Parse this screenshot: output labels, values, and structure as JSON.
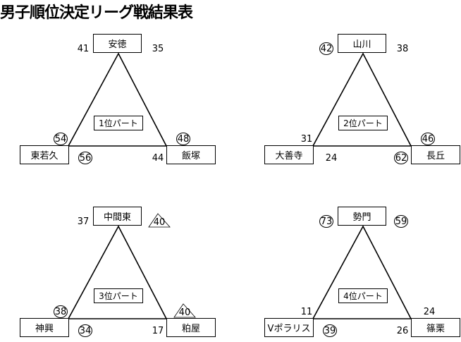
{
  "title": "男子順位決定リーグ戦結果表",
  "parts": [
    {
      "label": "1位パート",
      "teams": {
        "top": "安徳",
        "left": "東若久",
        "right": "飯塚"
      },
      "scores": {
        "top-left": {
          "value": "41",
          "mark": "plain"
        },
        "top-right": {
          "value": "35",
          "mark": "plain"
        },
        "left-top": {
          "value": "54",
          "mark": "circle"
        },
        "right-top": {
          "value": "48",
          "mark": "circle"
        },
        "bottom-left": {
          "value": "56",
          "mark": "circle"
        },
        "bottom-right": {
          "value": "44",
          "mark": "plain"
        }
      }
    },
    {
      "label": "2位パート",
      "teams": {
        "top": "山川",
        "left": "大善寺",
        "right": "長丘"
      },
      "scores": {
        "top-left": {
          "value": "42",
          "mark": "circle"
        },
        "top-right": {
          "value": "38",
          "mark": "plain"
        },
        "left-top": {
          "value": "31",
          "mark": "plain"
        },
        "right-top": {
          "value": "46",
          "mark": "circle"
        },
        "bottom-left": {
          "value": "24",
          "mark": "plain"
        },
        "bottom-right": {
          "value": "62",
          "mark": "circle"
        }
      }
    },
    {
      "label": "3位パート",
      "teams": {
        "top": "中間東",
        "left": "神興",
        "right": "粕屋"
      },
      "scores": {
        "top-left": {
          "value": "37",
          "mark": "plain"
        },
        "top-right": {
          "value": "40",
          "mark": "triangle"
        },
        "left-top": {
          "value": "38",
          "mark": "circle"
        },
        "right-top": {
          "value": "40",
          "mark": "triangle"
        },
        "bottom-left": {
          "value": "34",
          "mark": "circle"
        },
        "bottom-right": {
          "value": "17",
          "mark": "plain"
        }
      }
    },
    {
      "label": "4位パート",
      "teams": {
        "top": "勢門",
        "left": "Vポラリス",
        "right": "篠栗"
      },
      "scores": {
        "top-left": {
          "value": "73",
          "mark": "circle"
        },
        "top-right": {
          "value": "59",
          "mark": "circle"
        },
        "left-top": {
          "value": "11",
          "mark": "plain"
        },
        "right-top": {
          "value": "24",
          "mark": "plain"
        },
        "bottom-left": {
          "value": "39",
          "mark": "circle"
        },
        "bottom-right": {
          "value": "26",
          "mark": "plain"
        }
      }
    }
  ]
}
